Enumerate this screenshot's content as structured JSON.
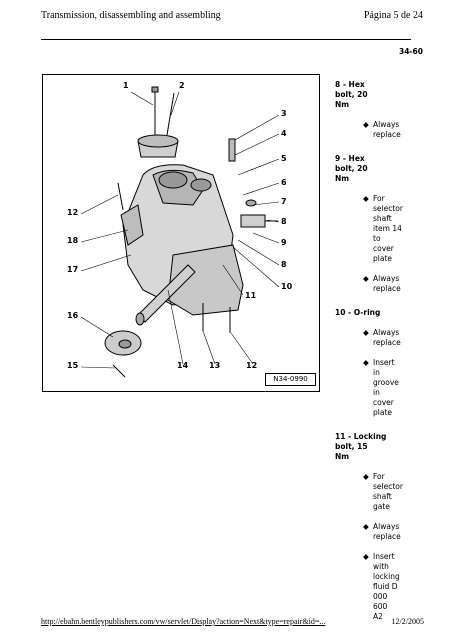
{
  "header": {
    "title": "Transmission, disassembling and assembling",
    "page": "Página 5 de 24"
  },
  "section_code": "34-60",
  "figure": {
    "id": "N34-0990",
    "callouts": [
      "1",
      "2",
      "3",
      "4",
      "5",
      "6",
      "7",
      "8",
      "9",
      "8",
      "10",
      "11",
      "12",
      "18",
      "17",
      "16",
      "15",
      "14",
      "13",
      "12"
    ]
  },
  "legend": {
    "bullet": "◆",
    "items": [
      {
        "head": [
          "8 - Hex",
          "bolt, 20",
          "Nm"
        ],
        "bullets": [
          [
            "Always",
            "replace"
          ]
        ]
      },
      {
        "head": [
          "9 - Hex",
          "bolt, 20",
          "Nm"
        ],
        "bullets": [
          [
            "For",
            "selector",
            "shaft",
            "item 14",
            "to",
            "cover",
            "plate"
          ],
          [
            "Always",
            "replace"
          ]
        ]
      },
      {
        "head": [
          "10 - O-ring"
        ],
        "bullets": [
          [
            "Always",
            "replace"
          ],
          [
            "Insert",
            "in",
            "groove",
            "in",
            "cover",
            "plate"
          ]
        ]
      },
      {
        "head": [
          "11 - Locking",
          "bolt, 15",
          "Nm"
        ],
        "bullets": [
          [
            "For",
            "selector",
            "shaft",
            "gate"
          ],
          [
            "Always",
            "replace"
          ],
          [
            "Insert",
            "with",
            "locking",
            "fluid D",
            "000",
            "600",
            "A2"
          ]
        ]
      }
    ]
  },
  "footer": {
    "url": "http://ebahn.bentleypublishers.com/vw/servlet/Display?action=Next&type=repair&id=...",
    "date": "12/2/2005"
  }
}
